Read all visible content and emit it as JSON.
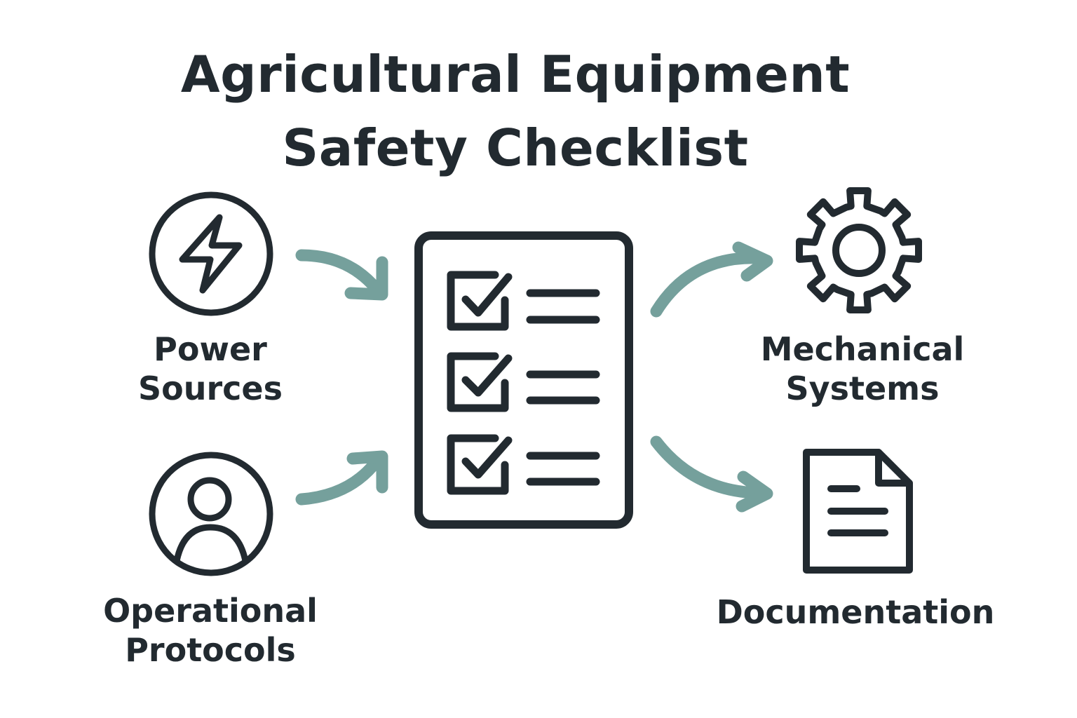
{
  "title": {
    "line1": "Agricultural Equipment",
    "line2": "Safety Checklist"
  },
  "nodes": {
    "power_sources": {
      "line1": "Power",
      "line2": "Sources",
      "icon": "lightning-bolt-icon"
    },
    "operational_protocols": {
      "line1": "Operational",
      "line2": "Protocols",
      "icon": "person-icon"
    },
    "mechanical_systems": {
      "line1": "Mechanical",
      "line2": "Systems",
      "icon": "gear-icon"
    },
    "documentation": {
      "line1": "Documentation",
      "icon": "document-icon"
    },
    "center": {
      "icon": "checklist-icon",
      "checked_items": 3
    }
  },
  "colors": {
    "text": "#222a30",
    "stroke": "#222a30",
    "arrow": "#75a09c",
    "background": "#ffffff"
  }
}
